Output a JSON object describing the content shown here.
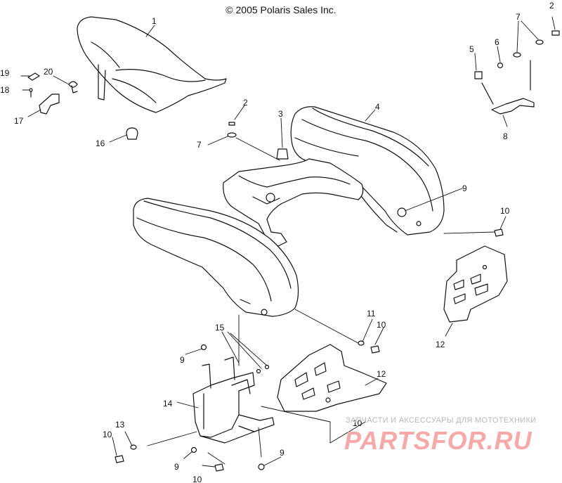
{
  "copyright": "© 2005 Polaris Sales Inc.",
  "watermark": {
    "subtitle": "ЗАПЧАСТИ И АКСЕССУАРЫ ДЛЯ МОТОТЕХНИКИ",
    "logo": "PARTSFOR.RU",
    "logo_color": "#f6a9a9"
  },
  "callouts": [
    {
      "id": "c1",
      "text": "1"
    },
    {
      "id": "c2a",
      "text": "2"
    },
    {
      "id": "c2b",
      "text": "2"
    },
    {
      "id": "c3",
      "text": "3"
    },
    {
      "id": "c4",
      "text": "4"
    },
    {
      "id": "c5",
      "text": "5"
    },
    {
      "id": "c6",
      "text": "6"
    },
    {
      "id": "c7a",
      "text": "7"
    },
    {
      "id": "c7b",
      "text": "7"
    },
    {
      "id": "c8",
      "text": "8"
    },
    {
      "id": "c9a",
      "text": "9"
    },
    {
      "id": "c9b",
      "text": "9"
    },
    {
      "id": "c9c",
      "text": "9"
    },
    {
      "id": "c9d",
      "text": "9"
    },
    {
      "id": "c10a",
      "text": "10"
    },
    {
      "id": "c10b",
      "text": "10"
    },
    {
      "id": "c10c",
      "text": "10"
    },
    {
      "id": "c10d",
      "text": "10"
    },
    {
      "id": "c10e",
      "text": "10"
    },
    {
      "id": "c11",
      "text": "11"
    },
    {
      "id": "c12a",
      "text": "12"
    },
    {
      "id": "c12b",
      "text": "12"
    },
    {
      "id": "c13",
      "text": "13"
    },
    {
      "id": "c14",
      "text": "14"
    },
    {
      "id": "c15",
      "text": "15"
    },
    {
      "id": "c16",
      "text": "16"
    },
    {
      "id": "c17",
      "text": "17"
    },
    {
      "id": "c18",
      "text": "18"
    },
    {
      "id": "c19",
      "text": "19"
    },
    {
      "id": "c20",
      "text": "20"
    }
  ]
}
